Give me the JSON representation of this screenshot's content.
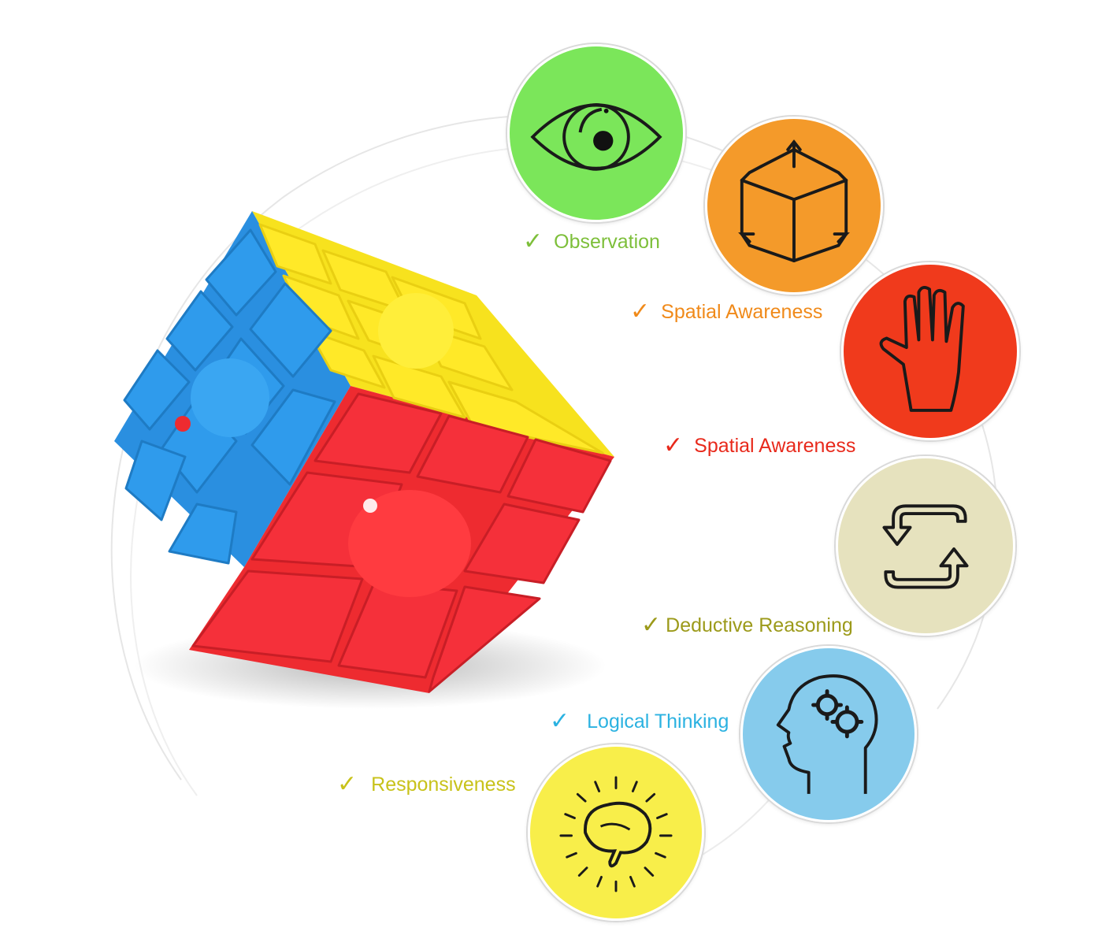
{
  "colors": {
    "observation": "#88C944",
    "spatial_orange": "#F28A1C",
    "spatial_red": "#E8291B",
    "deductive": "#9C9A1A",
    "logical": "#2BB2E1",
    "responsiveness": "#C8C21A",
    "cube_blue": "#2A8FE0",
    "cube_yellow": "#F7E21E",
    "cube_red": "#EE2B30"
  },
  "skills": [
    {
      "id": "observation",
      "label": "Observation",
      "check": "✓",
      "icon": "eye-icon",
      "circle_color": "#7BE65A",
      "text_color": "#7DBF3A"
    },
    {
      "id": "spatial-1",
      "label": "Spatial Awareness",
      "check": "✓",
      "icon": "cube-outline-icon",
      "circle_color": "#F49A2A",
      "text_color": "#F08A1A"
    },
    {
      "id": "spatial-2",
      "label": "Spatial Awareness",
      "check": "✓",
      "icon": "hand-icon",
      "circle_color": "#F03A1C",
      "text_color": "#E8291B"
    },
    {
      "id": "deductive",
      "label": "Deductive Reasoning",
      "check": "✓",
      "icon": "rotate-arrows-icon",
      "circle_color": "#E6E2BE",
      "text_color": "#9C9A1A"
    },
    {
      "id": "logical",
      "label": "Logical Thinking",
      "check": "✓",
      "icon": "head-gears-icon",
      "circle_color": "#86CBEC",
      "text_color": "#2BB2E1"
    },
    {
      "id": "responsiveness",
      "label": "Responsiveness",
      "check": "✓",
      "icon": "brain-glow-icon",
      "circle_color": "#F8EE4A",
      "text_color": "#C8C21A"
    }
  ]
}
